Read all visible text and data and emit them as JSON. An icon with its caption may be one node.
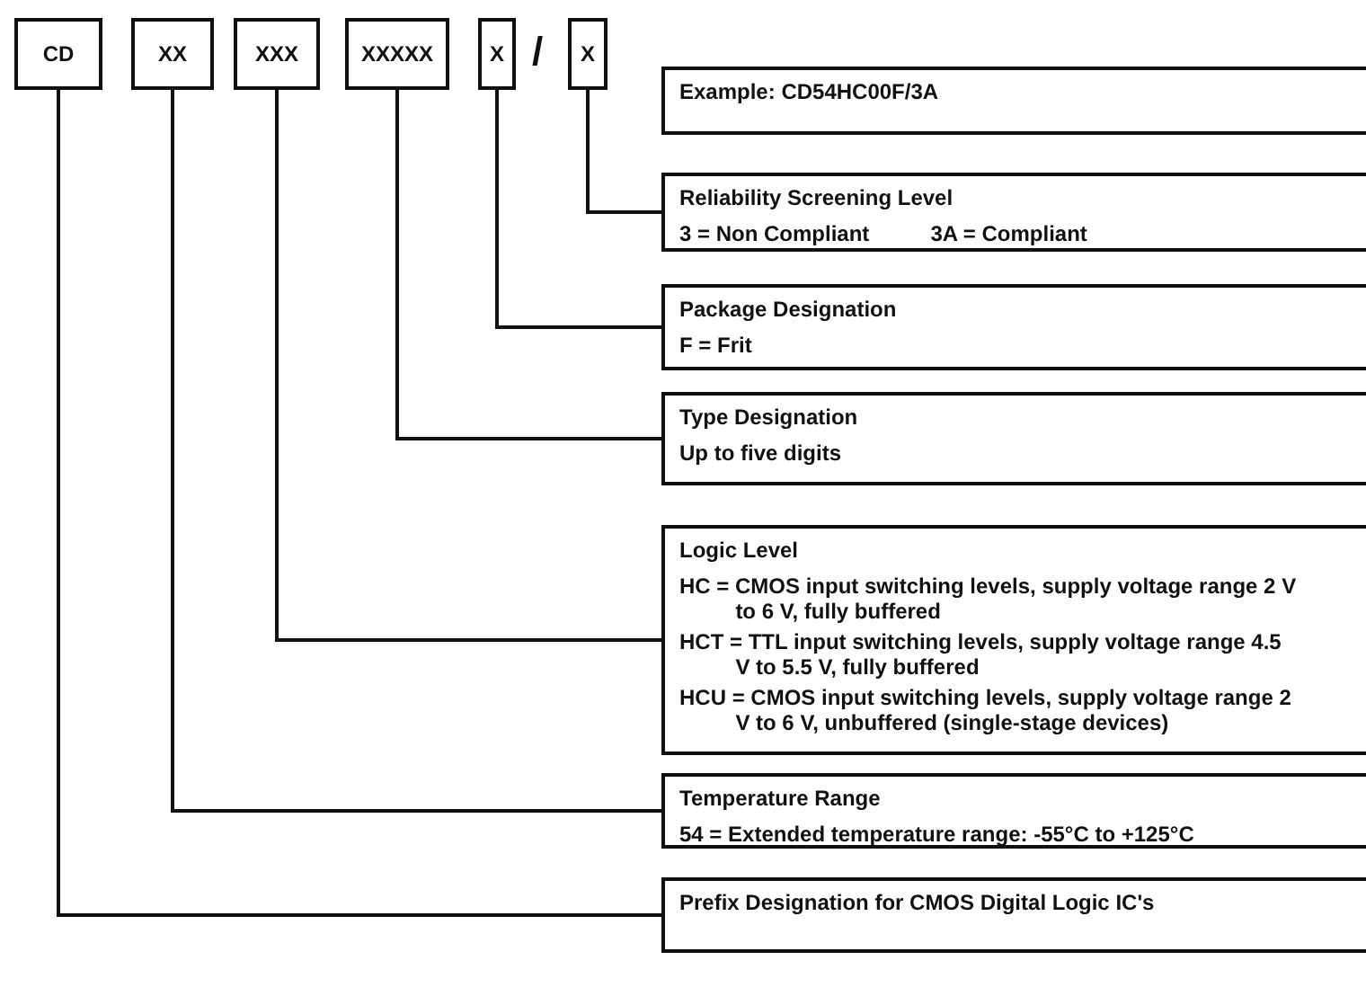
{
  "diagram": {
    "nodes": [
      {
        "text": [
          "CD"
        ]
      },
      {
        "text": [
          "XX"
        ]
      },
      {
        "text": [
          "XXX"
        ]
      },
      {
        "text": [
          "XXXXX"
        ]
      },
      {
        "text": [
          "X"
        ]
      },
      {
        "text": [
          "X"
        ]
      },
      {
        "text": [
          "Example: CD54HC00F/3A"
        ]
      },
      {
        "text": [
          "Reliability Screening Level",
          "3 = Non Compliant",
          "3A = Compliant"
        ]
      },
      {
        "text": [
          "Package Designation",
          "F = Frit"
        ]
      },
      {
        "text": [
          "Type Designation",
          "Up to five digits"
        ]
      },
      {
        "text": [
          "Logic Level",
          "HC = CMOS input switching levels, supply voltage range 2 V to 6 V, fully buffered",
          "HCT = TTL input switching levels, supply voltage range 4.5 V to 5.5 V, fully buffered",
          "HCU = CMOS input switching levels, supply voltage range 2 V to 6 V, unbuffered (single-stage devices)"
        ]
      },
      {
        "text": [
          "Temperature Range",
          "54 = Extended temperature range: -55°C to +125°C"
        ]
      },
      {
        "text": [
          "Prefix Designation for CMOS Digital Logic IC's"
        ]
      }
    ],
    "edges": [
      {
        "from": 5,
        "to": 7,
        "arrow": "none"
      },
      {
        "from": 4,
        "to": 8,
        "arrow": "none"
      },
      {
        "from": 3,
        "to": 9,
        "arrow": "none"
      },
      {
        "from": 2,
        "to": 10,
        "arrow": "none"
      },
      {
        "from": 1,
        "to": 11,
        "arrow": "none"
      },
      {
        "from": 0,
        "to": 12,
        "arrow": "none"
      }
    ],
    "labels": [
      "/"
    ]
  }
}
